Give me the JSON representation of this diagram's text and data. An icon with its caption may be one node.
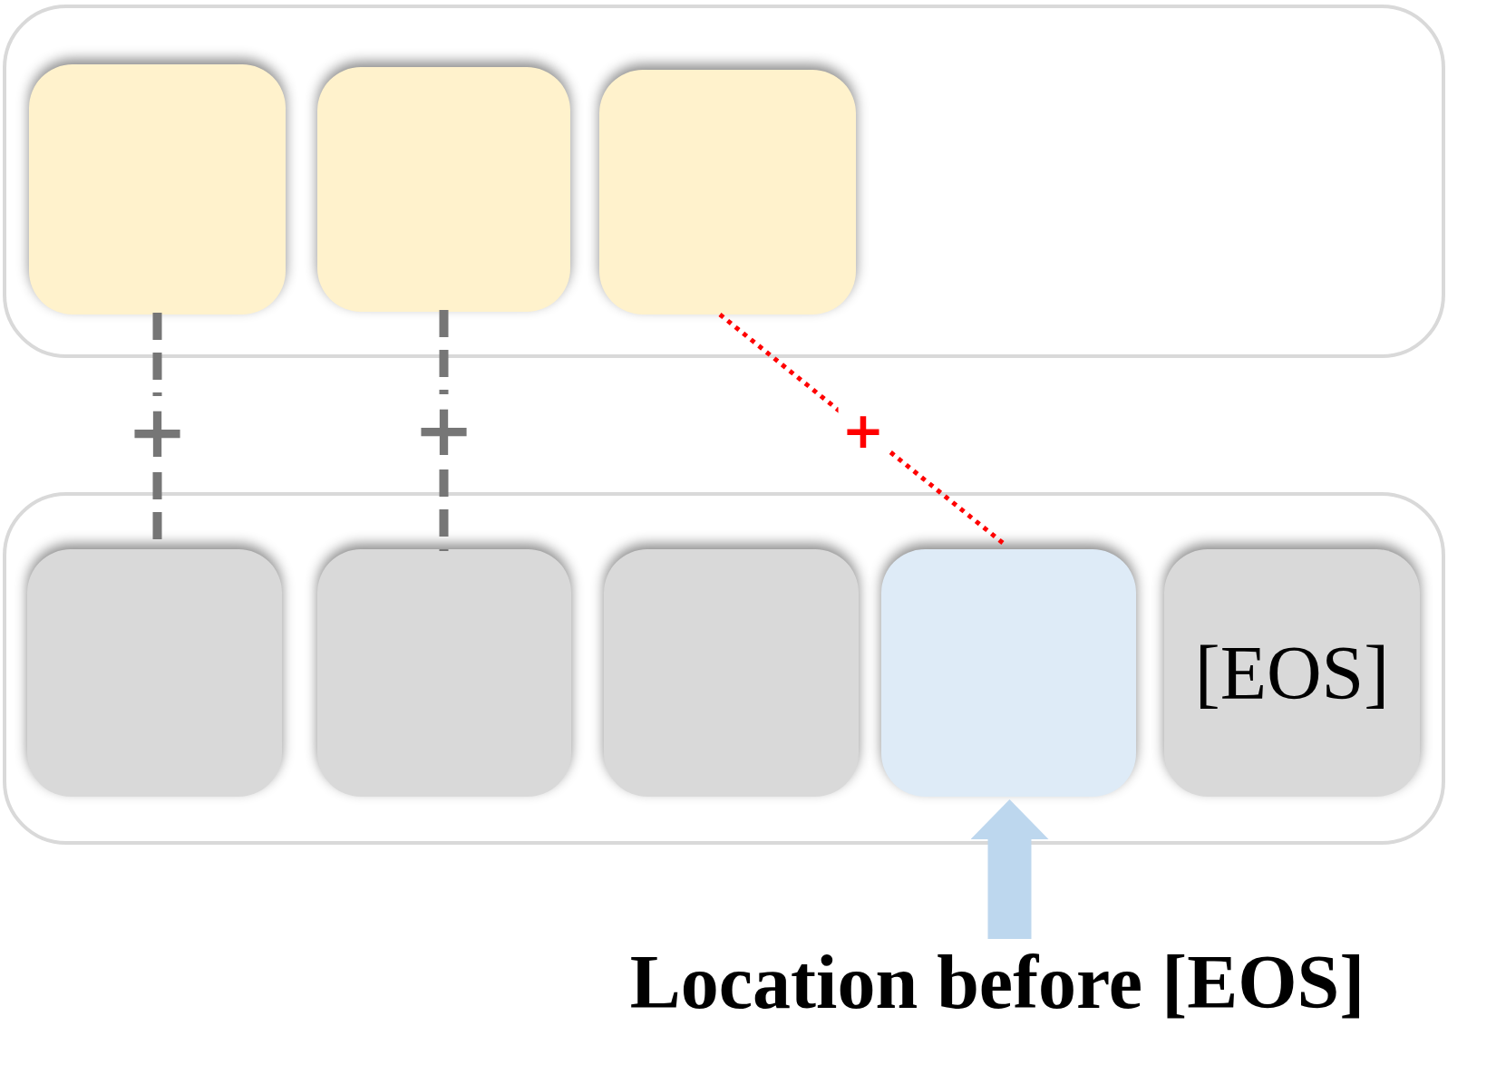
{
  "diagram": {
    "nodes": [
      {
        "text": [],
        "shape": "box"
      },
      {
        "text": [],
        "shape": "box",
        "in": 0
      },
      {
        "text": [],
        "shape": "box",
        "in": 0
      },
      {
        "text": [],
        "shape": "box",
        "in": 0
      },
      {
        "text": [],
        "shape": "box"
      },
      {
        "text": [],
        "shape": "box",
        "in": 4
      },
      {
        "text": [],
        "shape": "box",
        "in": 4
      },
      {
        "text": [],
        "shape": "box",
        "in": 4
      },
      {
        "text": [],
        "shape": "box",
        "in": 4
      },
      {
        "text": [
          "[EOS]"
        ],
        "in": 4
      },
      {
        "text": [
          "Location before [EOS]"
        ]
      }
    ],
    "edges": [
      {
        "from": 1,
        "to": 5,
        "arrow": "none",
        "label": "+",
        "style": "dashed"
      },
      {
        "from": 2,
        "to": 6,
        "arrow": "none",
        "label": "+",
        "style": "dashed"
      },
      {
        "from": 3,
        "to": 8,
        "arrow": "none",
        "label": "+",
        "style": "dashed",
        "color": "#ff0000"
      },
      {
        "from": 10,
        "to": 8,
        "arrow": "to",
        "style": "thick",
        "color": "#bdd7ee"
      }
    ]
  }
}
